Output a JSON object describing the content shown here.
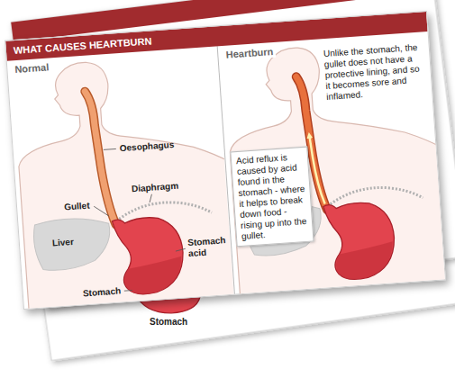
{
  "diagram": {
    "title": "WHAT CAUSES HEARTBURN",
    "nodes": [
      {
        "text": [
          "Normal"
        ]
      },
      {
        "text": [
          "Heartburn"
        ]
      },
      {
        "text": [
          "Unlike the stomach, the gullet does not have a protective lining, and so it becomes sore and inflamed."
        ],
        "in": 1
      },
      {
        "text": [
          "Acid reflux is caused by acid found in the stomach - where it helps to break down food - rising up into the gullet."
        ],
        "in": 1
      }
    ],
    "labels": [
      "Oesophagus",
      "Diaphragm",
      "Gullet",
      "Liver",
      "Stomach acid",
      "Stomach",
      "Stomach"
    ]
  }
}
